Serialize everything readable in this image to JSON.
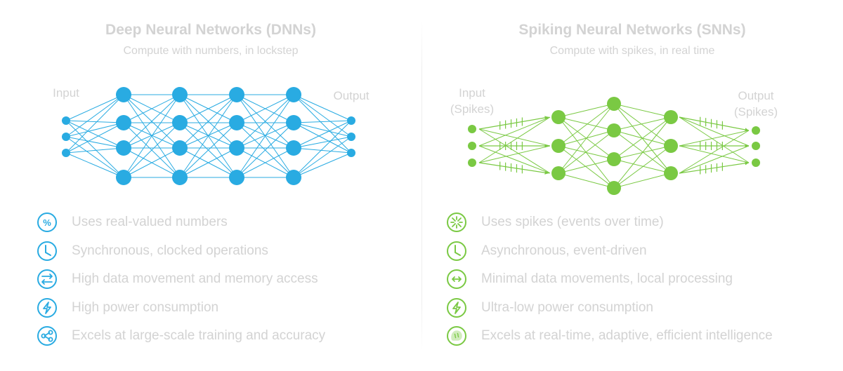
{
  "colors": {
    "dnn": "#29abe2",
    "snn": "#7ac943",
    "text": "#d3d3d3"
  },
  "dnn": {
    "title": "Deep Neural Networks (DNNs)",
    "subtitle": "Compute with numbers, in lockstep",
    "input_label": "Input",
    "output_label": "Output",
    "features": [
      {
        "icon": "real-numbers-icon",
        "text": "Uses real-valued numbers"
      },
      {
        "icon": "clock-icon",
        "text": "Synchronous, clocked operations"
      },
      {
        "icon": "data-movement-icon",
        "text": "High data movement and memory access"
      },
      {
        "icon": "power-icon",
        "text": "High power consumption"
      },
      {
        "icon": "share-icon",
        "text": "Excels at large-scale training and accuracy"
      }
    ]
  },
  "snn": {
    "title": "Spiking Neural Networks (SNNs)",
    "subtitle": "Compute with spikes, in real time",
    "input_label_line1": "Input",
    "input_label_line2": "(Spikes)",
    "output_label_line1": "Output",
    "output_label_line2": "(Spikes)",
    "features": [
      {
        "icon": "spike-burst-icon",
        "text": "Uses spikes (events over time)"
      },
      {
        "icon": "clock-icon",
        "text": "Asynchronous, event-driven"
      },
      {
        "icon": "local-arrows-icon",
        "text": "Minimal data movements, local processing"
      },
      {
        "icon": "power-icon",
        "text": "Ultra-low power consumption"
      },
      {
        "icon": "brain-icon",
        "text": "Excels at real-time, adaptive, efficient intelligence"
      }
    ]
  }
}
